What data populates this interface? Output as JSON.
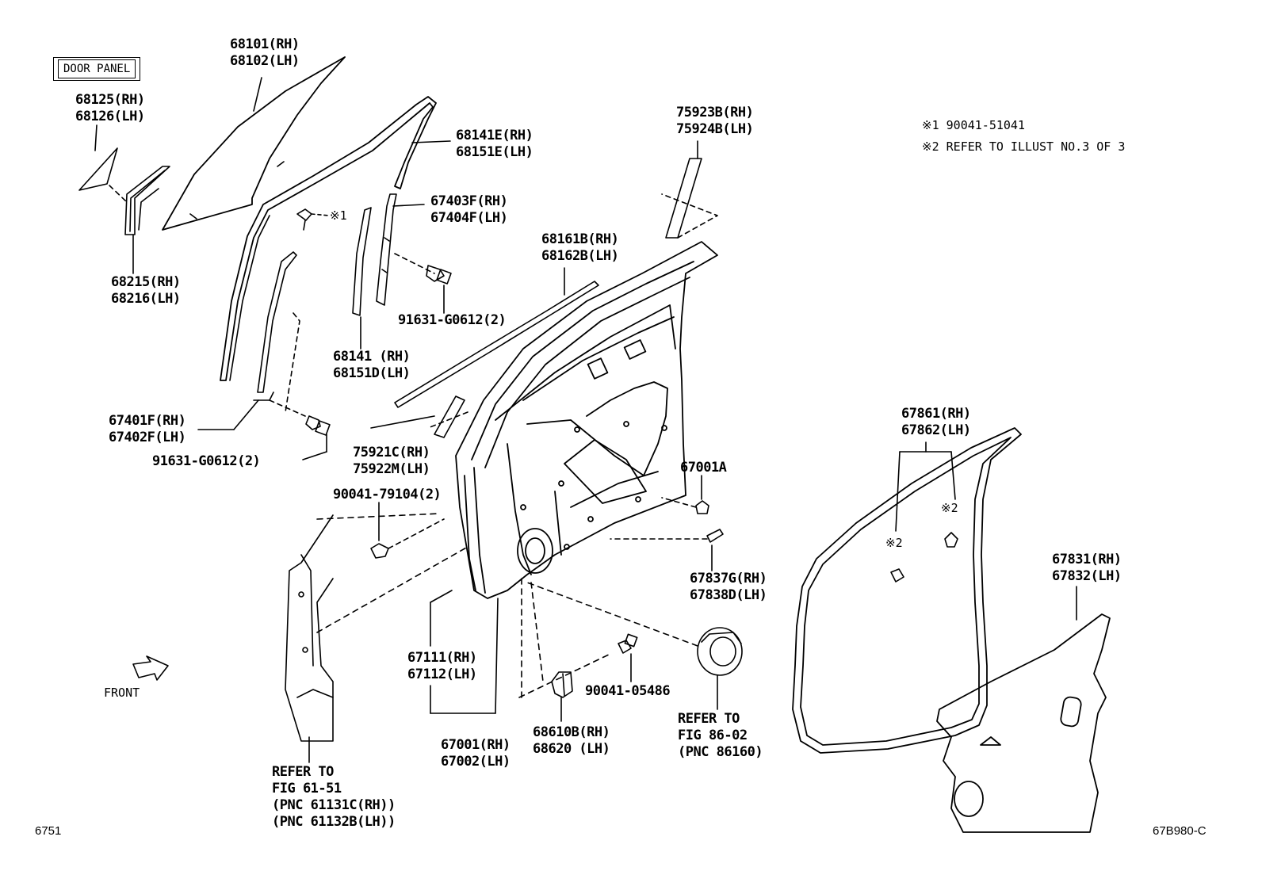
{
  "diagram": {
    "box_label": "DOOR PANEL",
    "notes": [
      "※1 90041-51041",
      "※2 REFER TO ILLUST NO.3 OF 3"
    ],
    "parts": [
      {
        "id": "p68101",
        "lines": [
          "68101(RH)",
          "68102(LH)"
        ]
      },
      {
        "id": "p68125",
        "lines": [
          "68125(RH)",
          "68126(LH)"
        ]
      },
      {
        "id": "p68215",
        "lines": [
          "68215(RH)",
          "68216(LH)"
        ]
      },
      {
        "id": "p68141E",
        "lines": [
          "68141E(RH)",
          "68151E(LH)"
        ]
      },
      {
        "id": "p67403F",
        "lines": [
          "67403F(RH)",
          "67404F(LH)"
        ]
      },
      {
        "id": "p91631a",
        "lines": [
          "91631-G0612(2)"
        ]
      },
      {
        "id": "p68141",
        "lines": [
          "68141 (RH)",
          "68151D(LH)"
        ]
      },
      {
        "id": "p67401F",
        "lines": [
          "67401F(RH)",
          "67402F(LH)"
        ]
      },
      {
        "id": "p91631b",
        "lines": [
          "91631-G0612(2)"
        ]
      },
      {
        "id": "p68161B",
        "lines": [
          "68161B(RH)",
          "68162B(LH)"
        ]
      },
      {
        "id": "p75923B",
        "lines": [
          "75923B(RH)",
          "75924B(LH)"
        ]
      },
      {
        "id": "p75921C",
        "lines": [
          "75921C(RH)",
          "75922M(LH)"
        ]
      },
      {
        "id": "p90041a",
        "lines": [
          "90041-79104(2)"
        ]
      },
      {
        "id": "p67001A",
        "lines": [
          "67001A"
        ]
      },
      {
        "id": "p67837G",
        "lines": [
          "67837G(RH)",
          "67838D(LH)"
        ]
      },
      {
        "id": "p67861",
        "lines": [
          "67861(RH)",
          "67862(LH)"
        ]
      },
      {
        "id": "p67831",
        "lines": [
          "67831(RH)",
          "67832(LH)"
        ]
      },
      {
        "id": "p67111",
        "lines": [
          "67111(RH)",
          "67112(LH)"
        ]
      },
      {
        "id": "p67001",
        "lines": [
          "67001(RH)",
          "67002(LH)"
        ]
      },
      {
        "id": "p90041b",
        "lines": [
          "90041-05486"
        ]
      },
      {
        "id": "p68610B",
        "lines": [
          "68610B(RH)",
          "68620 (LH)"
        ]
      },
      {
        "id": "pSpeaker",
        "lines": [
          "REFER TO",
          "FIG 86-02",
          "(PNC 86160)"
        ]
      },
      {
        "id": "pBody",
        "lines": [
          "REFER TO",
          "FIG 61-51",
          "(PNC 61131C(RH))",
          "(PNC 61132B(LH))"
        ]
      }
    ],
    "markers": {
      "m1": "※1",
      "m2a": "※2",
      "m2b": "※2"
    },
    "front_label": "FRONT",
    "page_code_left": "6751",
    "page_code_right": "67B980-C"
  }
}
